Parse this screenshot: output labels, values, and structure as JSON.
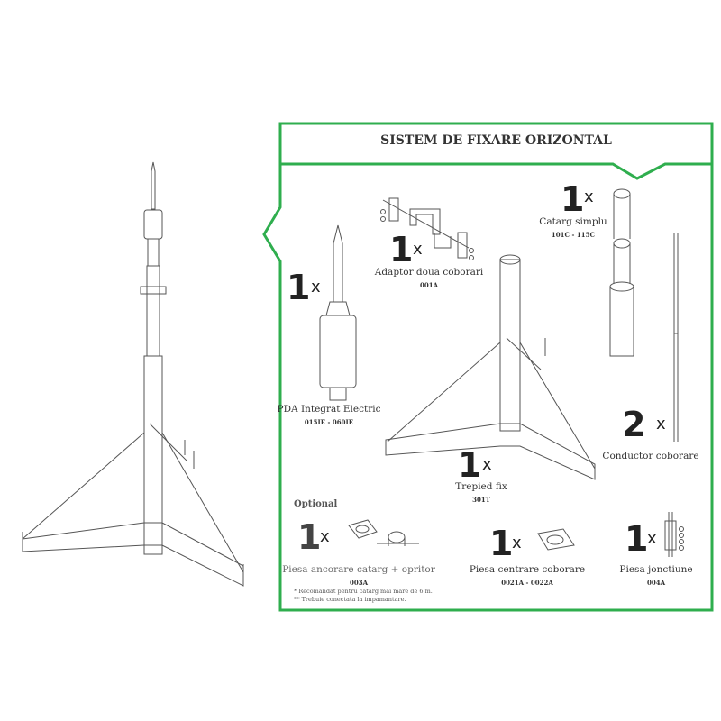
{
  "title": "SISTEM DE FIXARE ORIZONTAL",
  "colors": {
    "accent": "#2fae4e",
    "line": "#555555"
  },
  "components": [
    {
      "qty": "1",
      "times": "x",
      "name": "PDA Integrat Electric",
      "code": "015IE - 060IE"
    },
    {
      "qty": "1",
      "times": "x",
      "name": "Adaptor doua coborari",
      "code": "001A"
    },
    {
      "qty": "1",
      "times": "x",
      "name": "Catarg simplu",
      "code": "101C - 115C"
    },
    {
      "qty": "2",
      "times": "x",
      "name": "Conductor coborare",
      "code": ""
    },
    {
      "qty": "1",
      "times": "x",
      "name": "Trepied fix",
      "code": "301T"
    }
  ],
  "optional": {
    "heading": "Optional",
    "items": [
      {
        "qty": "1",
        "times": "x",
        "name": "Piesa ancorare catarg + opritor",
        "code": "003A"
      },
      {
        "qty": "1",
        "times": "x",
        "name": "Piesa centrare coborare",
        "code": "0021A - 0022A"
      },
      {
        "qty": "1",
        "times": "x",
        "name": "Piesa jonctiune",
        "code": "004A"
      }
    ],
    "notes": [
      "* Recomandat pentru catarg mai mare de 6 m.",
      "** Trebuie conectata la impamantare."
    ]
  }
}
